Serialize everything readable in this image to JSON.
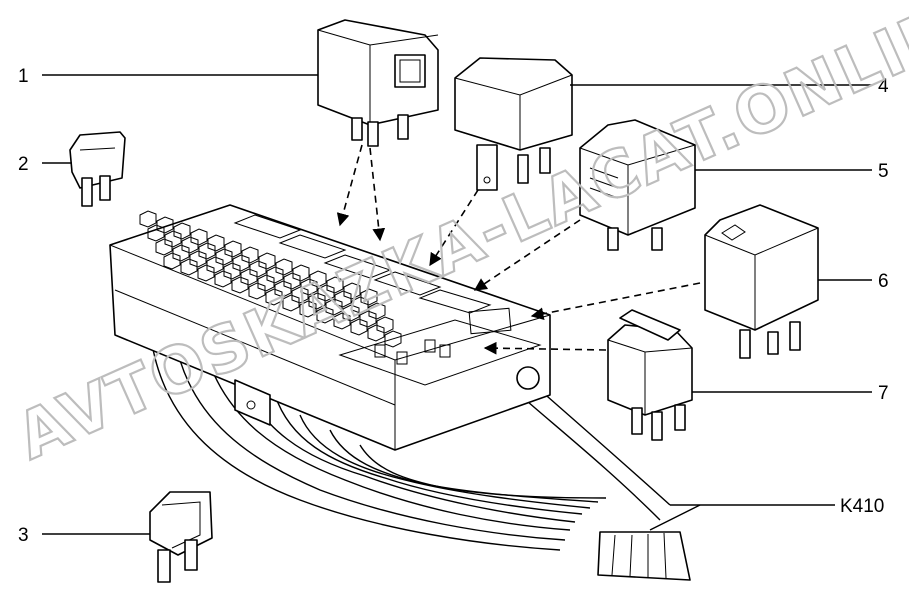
{
  "callouts": [
    {
      "id": "1",
      "label": "1"
    },
    {
      "id": "2",
      "label": "2"
    },
    {
      "id": "3",
      "label": "3"
    },
    {
      "id": "4",
      "label": "4"
    },
    {
      "id": "5",
      "label": "5"
    },
    {
      "id": "6",
      "label": "6"
    },
    {
      "id": "7",
      "label": "7"
    },
    {
      "id": "harness",
      "label": "K410"
    }
  ],
  "watermark": "AVTOSKAZKA-LACAT.ONLINE"
}
